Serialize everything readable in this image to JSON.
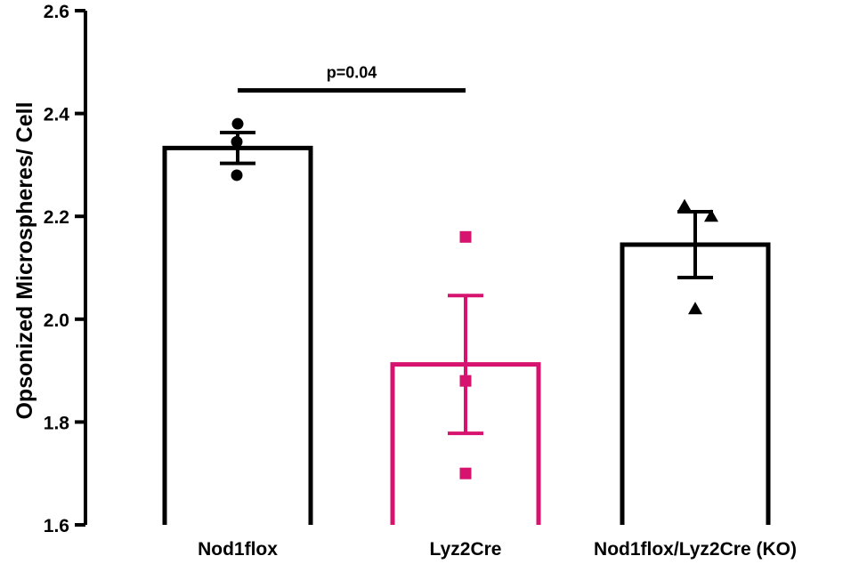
{
  "chart_data": {
    "type": "bar",
    "title": "",
    "xlabel": "",
    "ylabel": "Opsonized Microspheres/ Cell",
    "ylim": [
      1.6,
      2.6
    ],
    "yticks": [
      "1.6",
      "1.8",
      "2.0",
      "2.2",
      "2.4",
      "2.6"
    ],
    "grid": false,
    "categories": [
      "Nod1flox",
      "Lyz2Cre",
      "Nod1flox/Lyz2Cre (KO)"
    ],
    "series": [
      {
        "values": [
          2.333,
          1.912,
          2.145
        ],
        "error": [
          0.03,
          0.134,
          0.064
        ],
        "colors": [
          "#000000",
          "#d6136e",
          "#000000"
        ],
        "markers": [
          "circle",
          "square",
          "triangle"
        ],
        "points": [
          [
            2.38,
            2.345,
            2.28
          ],
          [
            2.16,
            1.88,
            1.7
          ],
          [
            2.22,
            2.2,
            2.02
          ]
        ]
      }
    ],
    "annotations": [
      {
        "text": "p=0.04",
        "from": "Nod1flox",
        "to": "Lyz2Cre",
        "y": 2.445
      }
    ]
  }
}
